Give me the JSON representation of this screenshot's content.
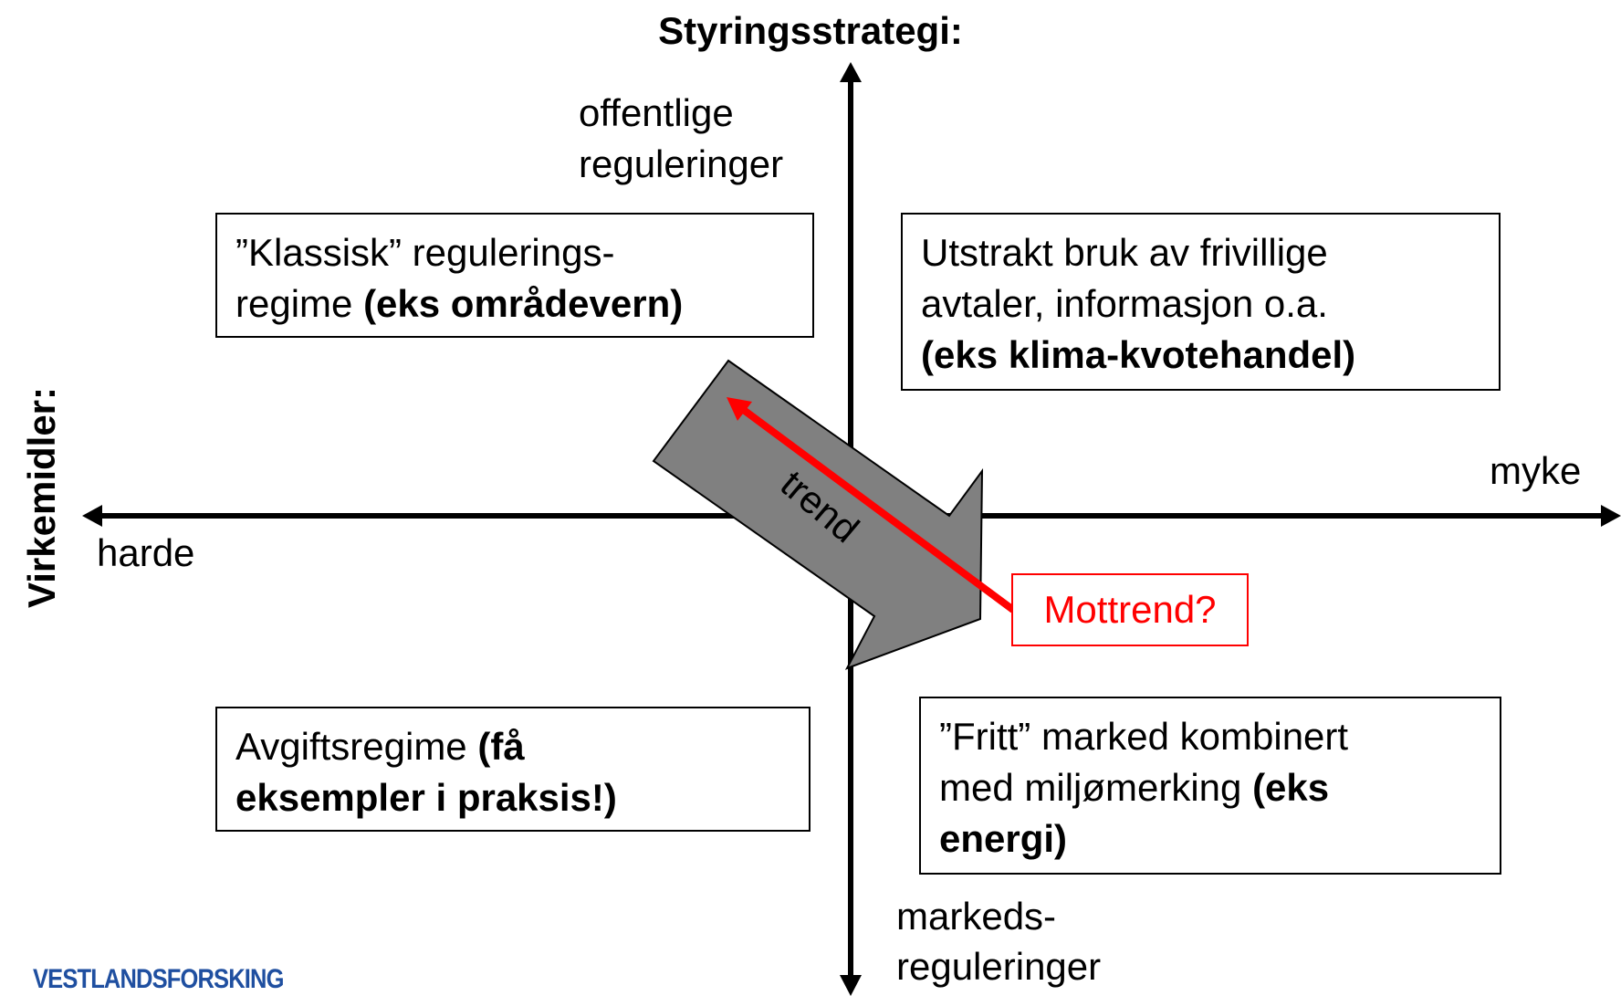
{
  "title": "Styringsstrategi:",
  "side_title": "Virkemidler:",
  "axis_labels": {
    "top": [
      "offentlige",
      "reguleringer"
    ],
    "bottom": [
      "markeds-",
      "reguleringer"
    ],
    "left": "harde",
    "right": "myke"
  },
  "quadrants": {
    "top_left": {
      "line1": "”Klassisk” regulerings-",
      "line2_normal": "regime ",
      "line2_bold": "(eks områdevern)"
    },
    "top_right": {
      "line1": "Utstrakt bruk av frivillige",
      "line2": "avtaler, informasjon o.a.",
      "line3_bold": "(eks klima-kvotehandel)"
    },
    "bottom_left": {
      "line1_normal": "Avgiftsregime ",
      "line1_bold": "(få",
      "line2_bold": "eksempler i praksis!)"
    },
    "bottom_right": {
      "line1": "”Fritt” marked kombinert",
      "line2_normal": "med miljømerking ",
      "line2_bold": "(eks",
      "line3_bold": "energi)"
    }
  },
  "trend_label": "trend",
  "countertrend_label": "Mottrend?",
  "logo": "VESTLANDSFORSKING",
  "colors": {
    "axis": "#000000",
    "trend_arrow_fill": "#808080",
    "countertrend": "#ff0000",
    "logo": "#1f4fa0"
  }
}
